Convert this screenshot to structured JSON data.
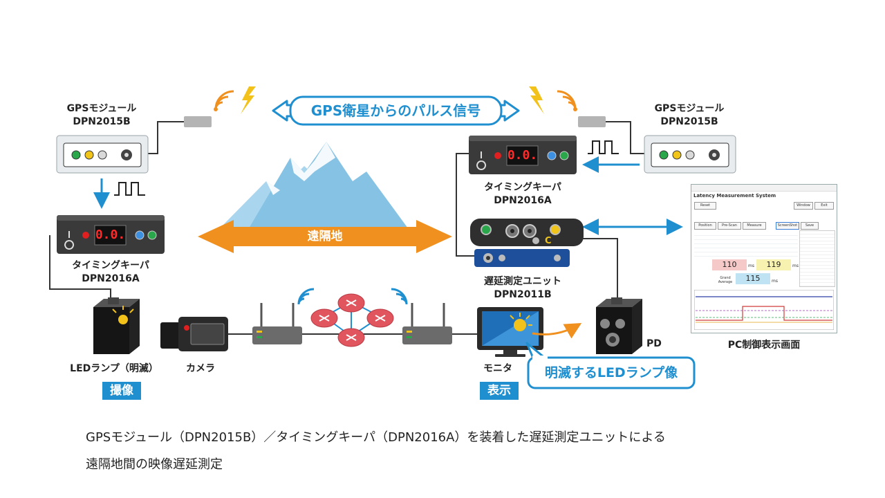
{
  "banner": {
    "text": "GPS衛星からのパルス信号"
  },
  "left_gps": {
    "title": "GPSモジュール",
    "model": "DPN2015B"
  },
  "right_gps": {
    "title": "GPSモジュール",
    "model": "DPN2015B"
  },
  "left_keeper": {
    "title": "タイミングキーパ",
    "model": "DPN2016A",
    "display": "0.0."
  },
  "right_keeper": {
    "title": "タイミングキーパ",
    "model": "DPN2016A",
    "display": "0.0."
  },
  "remote": {
    "label": "遠隔地"
  },
  "measurement_unit": {
    "title": "遅延測定ユニット",
    "model": "DPN2011B"
  },
  "led_lamp": {
    "label": "LEDランプ（明滅）"
  },
  "camera": {
    "label": "カメラ"
  },
  "monitor": {
    "label": "モニタ"
  },
  "pd": {
    "label": "PD"
  },
  "pc": {
    "label": "PC制御表示画面"
  },
  "tags": {
    "capture": "撮像",
    "display": "表示"
  },
  "callout": {
    "text": "明滅するLEDランプ像"
  },
  "caption": {
    "line1": "GPSモジュール（DPN2015B）／タイミングキーパ（DPN2016A）を装着した遅延測定ユニットによる",
    "line2": "遠隔地間の映像遅延測定"
  },
  "pc_screen": {
    "app_title": "Latency Measurement System",
    "buttons": [
      "Reset",
      "Window",
      "Exit",
      "Position",
      "Pre-Scan",
      "Measure",
      "ScreenShot",
      "Save"
    ],
    "value_left": "110",
    "value_right": "119",
    "value_grand": "115",
    "unit": "ms",
    "grand_label": "Grand Average"
  },
  "colors": {
    "accent_blue": "#1f8fd0",
    "orange": "#f0901e",
    "device_dark": "#3a3a3a",
    "mountain_blue": "#a9d6ee",
    "router_red": "#e0555e"
  }
}
